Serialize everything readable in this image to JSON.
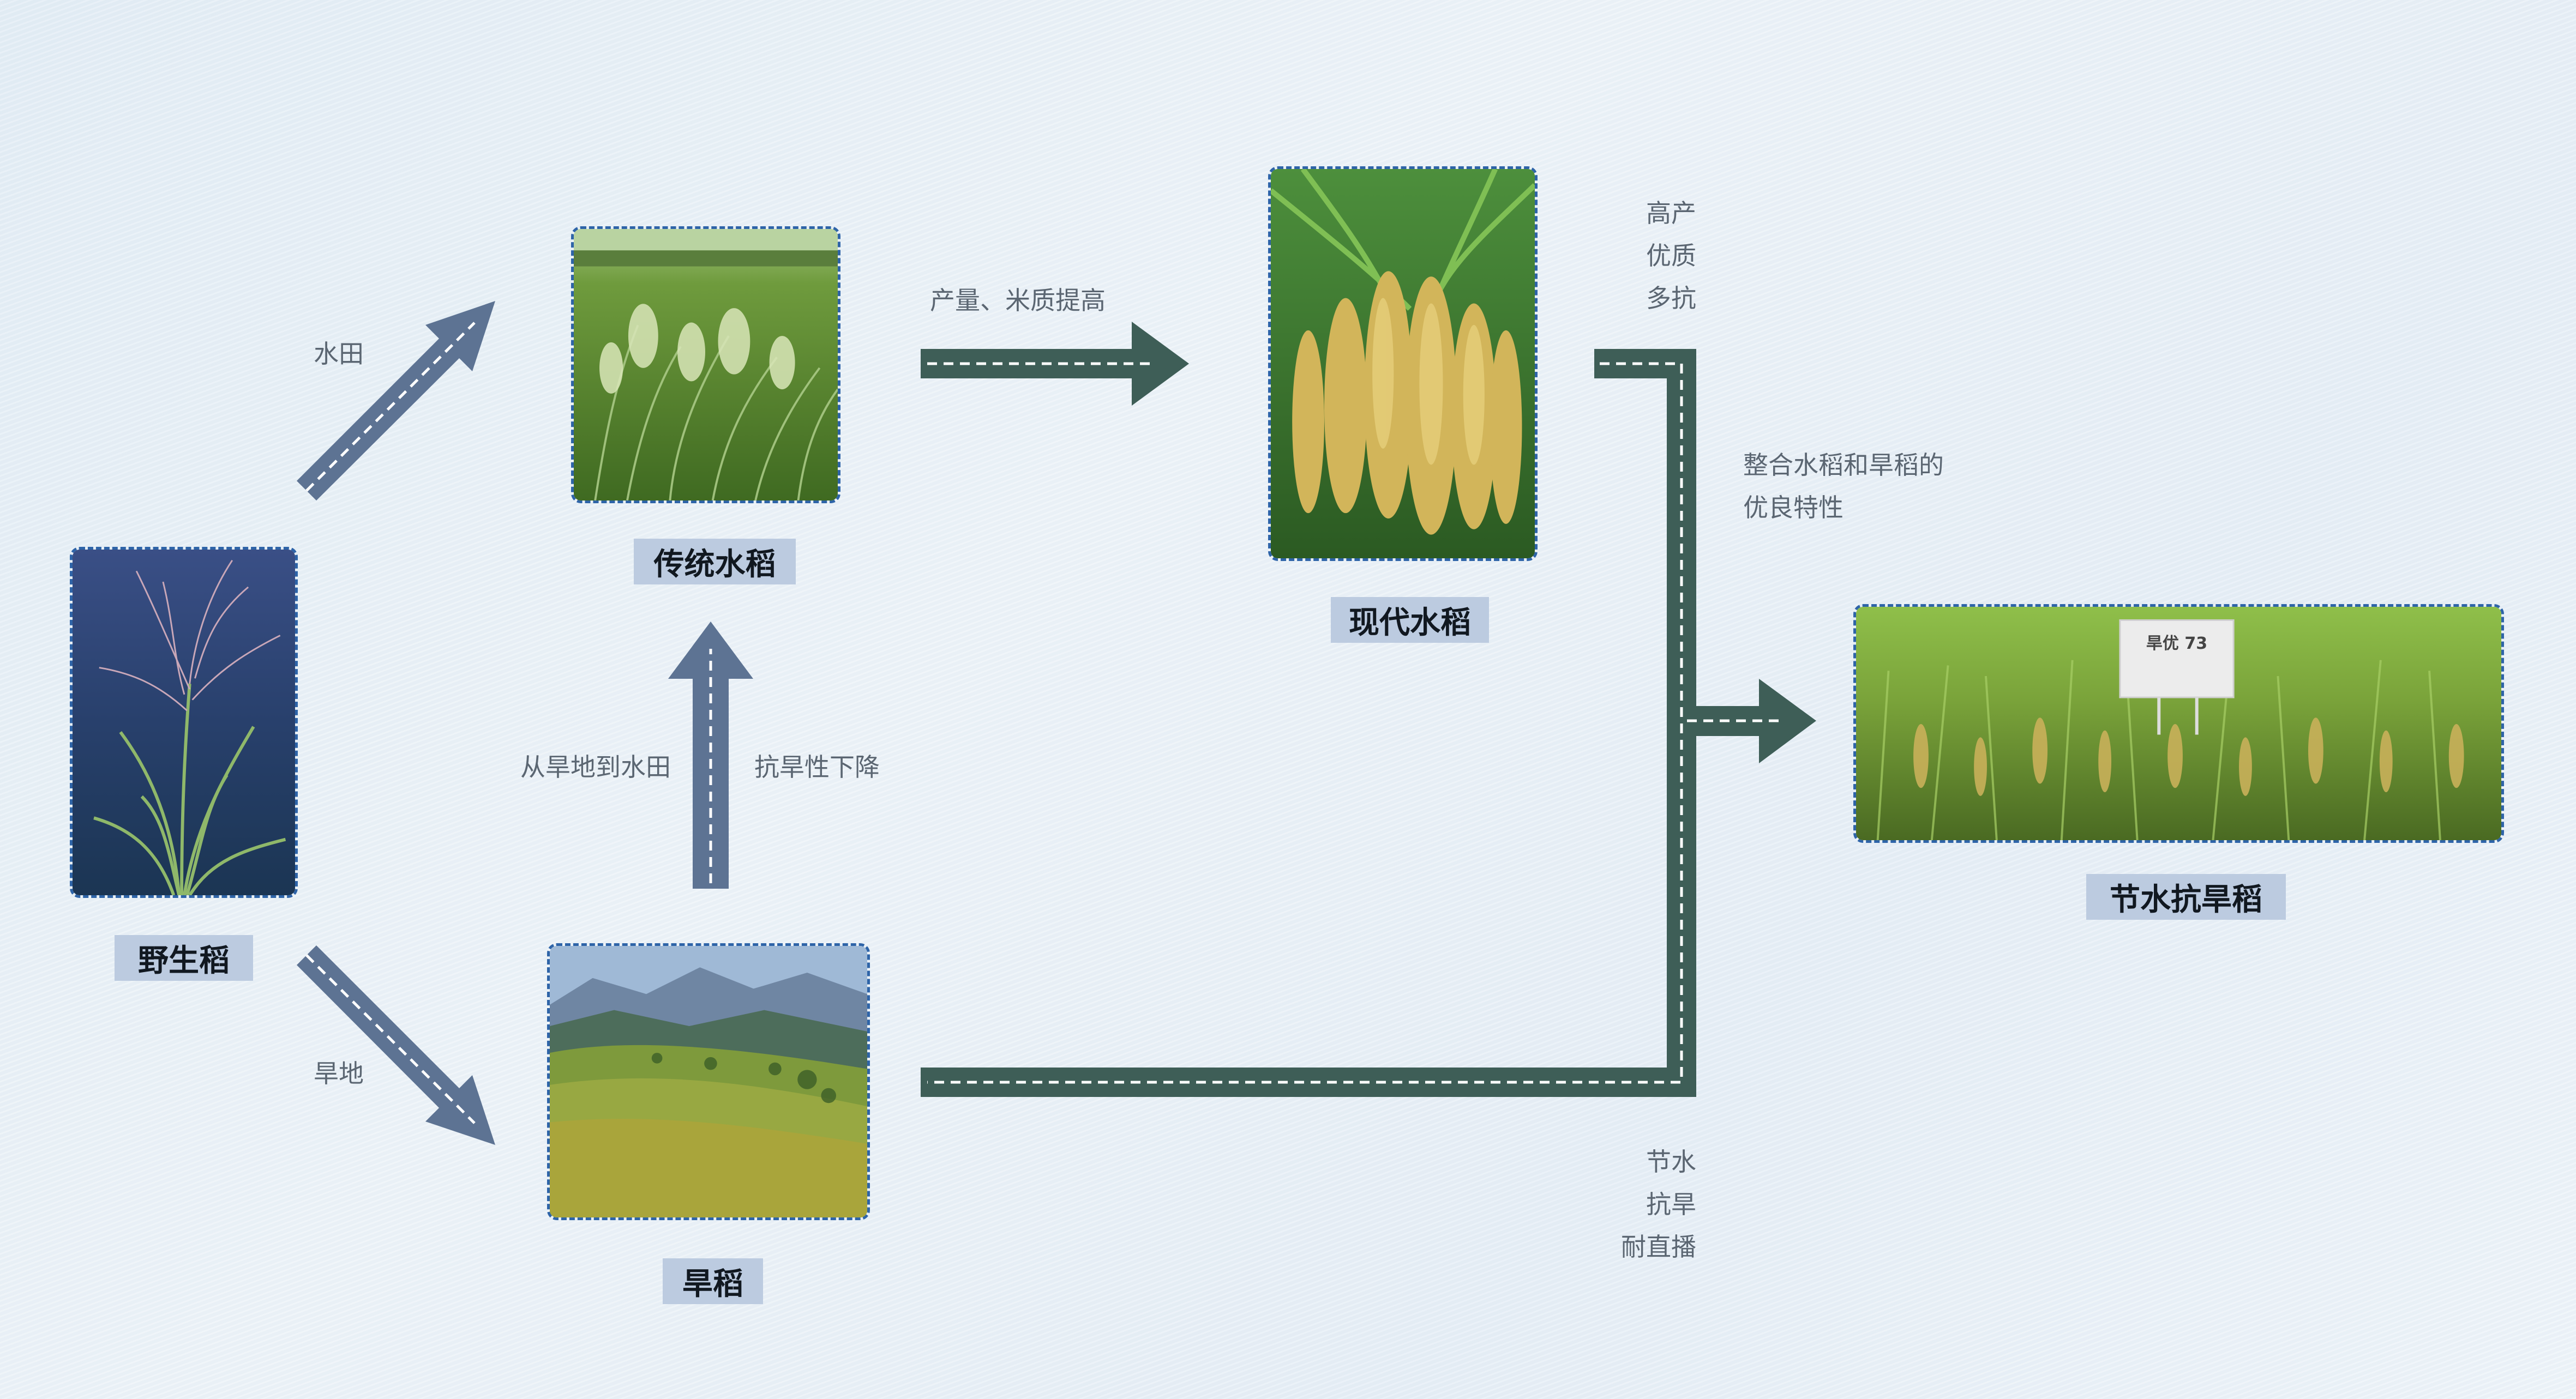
{
  "nodes": {
    "wild": {
      "label": "野生稻"
    },
    "traditional": {
      "label": "传统水稻"
    },
    "upland": {
      "label": "旱稻"
    },
    "modern": {
      "label": "现代水稻"
    },
    "water_saving": {
      "label": "节水抗旱稻",
      "sign_text": "旱优 73"
    }
  },
  "edges": {
    "wild_to_traditional": "水田",
    "wild_to_upland": "旱地",
    "upland_to_traditional_left": "从旱地到水田",
    "upland_to_traditional_right": "抗旱性下降",
    "traditional_to_modern": "产量、米质提高",
    "modern_traits": "高产\n优质\n多抗",
    "upland_traits": "节水\n抗旱\n耐直播",
    "merge_note": "整合水稻和旱稻的\n优良特性"
  },
  "colors": {
    "blue_arrow": "#5d7393",
    "green_arrow": "#3e5e57",
    "photo_border": "#2e64a8",
    "label_bg": "#bccbe0"
  }
}
